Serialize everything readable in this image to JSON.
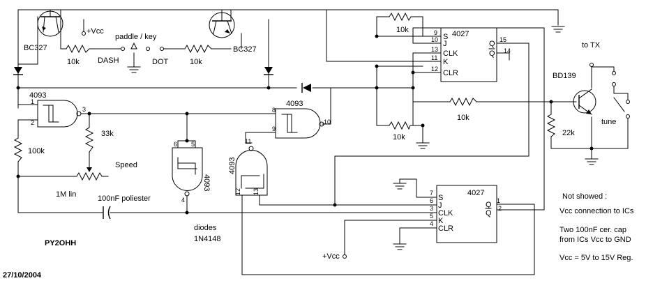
{
  "labels": {
    "vcc_top": "+Vcc",
    "paddle_key": "paddle / key",
    "bc327_left": "BC327",
    "bc327_right": "BC327",
    "r_dash": "10k",
    "dash": "DASH",
    "dot": "DOT",
    "r_dot": "10k",
    "r_top": "10k",
    "ff1_name": "4027",
    "ff1_s": "S",
    "ff1_j": "J",
    "ff1_clk": "CLK",
    "ff1_k": "K",
    "ff1_clr": "CLR",
    "ff1_q": "Q",
    "ff1_qn": "Q",
    "to_tx": "to TX",
    "bd139": "BD139",
    "nand1_name": "4093",
    "nand2_name": "4093",
    "nand3_name": "4093",
    "nand4_name": "4093",
    "r_base": "10k",
    "r_mid": "10k",
    "r_22k": "22k",
    "tune": "tune",
    "r_33k": "33k",
    "r_100k": "100k",
    "speed": "Speed",
    "pot": "1M lin",
    "cap": "100nF  poliester",
    "ff2_name": "4027",
    "ff2_s": "S",
    "ff2_j": "J",
    "ff2_clk": "CLK",
    "ff2_k": "K",
    "ff2_clr": "CLR",
    "ff2_q": "Q",
    "ff2_qn": "Q",
    "diodes1": "diodes",
    "diodes2": "1N4148",
    "author": "PY2OHH",
    "vcc_bottom": "+Vcc",
    "date": "27/10/2004"
  },
  "notes": {
    "n1": "Not showed :",
    "n2": "Vcc connection to ICs",
    "n3": "Two 100nF cer. cap",
    "n4": "from ICs Vcc to GND",
    "n5": "Vcc = 5V to 15V Reg."
  },
  "pins": {
    "ff1": [
      "9",
      "10",
      "13",
      "11",
      "12",
      "15",
      "14"
    ],
    "ff2": [
      "7",
      "6",
      "3",
      "5",
      "4",
      "1",
      "2"
    ],
    "nand1": [
      "1",
      "2",
      "3"
    ],
    "nand2": [
      "8",
      "9",
      "10"
    ],
    "nand3": [
      "6",
      "5",
      "4"
    ],
    "nand4": [
      "11",
      "12",
      "13"
    ]
  }
}
